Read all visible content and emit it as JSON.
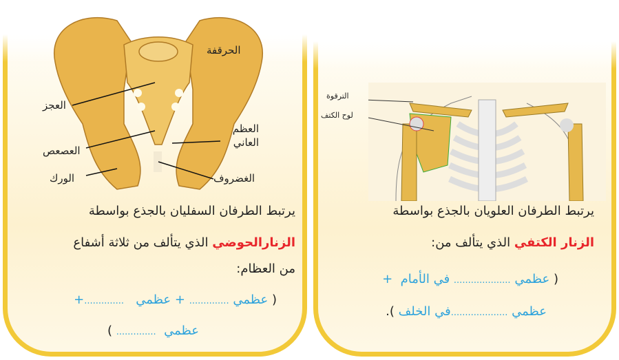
{
  "pelvis_section": {
    "labels": {
      "ilium": "الحرقفة",
      "sacrum": "العجز",
      "pubic_bone": "العظم العاني",
      "coccyx": "العصعص",
      "hip": "الورك",
      "cartilage": "الغضروف"
    },
    "line1": "يرتبط الطرفان السفليان بالجذع بواسطة",
    "term": "الزنارالحوضي",
    "line2_rest": "الذي يتألف من ثلاثة أشفاع",
    "line3": "من العظام:",
    "open_paren": "(",
    "bone_word": "عظمي",
    "blank": "..............",
    "plus": "+",
    "close_paren": ")"
  },
  "shoulder_section": {
    "labels": {
      "clavicle": "الترقوة",
      "scapula": "لوح الكتف"
    },
    "line1": "يرتبط الطرفان العلويان بالجذع بواسطة",
    "term": "الزنار الكتفي",
    "line2_rest": "الذي يتألف من:",
    "open_paren": "(",
    "bone_word": "عظمي",
    "blank": "....................",
    "front": "في الأمام",
    "back": "في الخلف",
    "plus": "+",
    "close_paren": ")."
  }
}
